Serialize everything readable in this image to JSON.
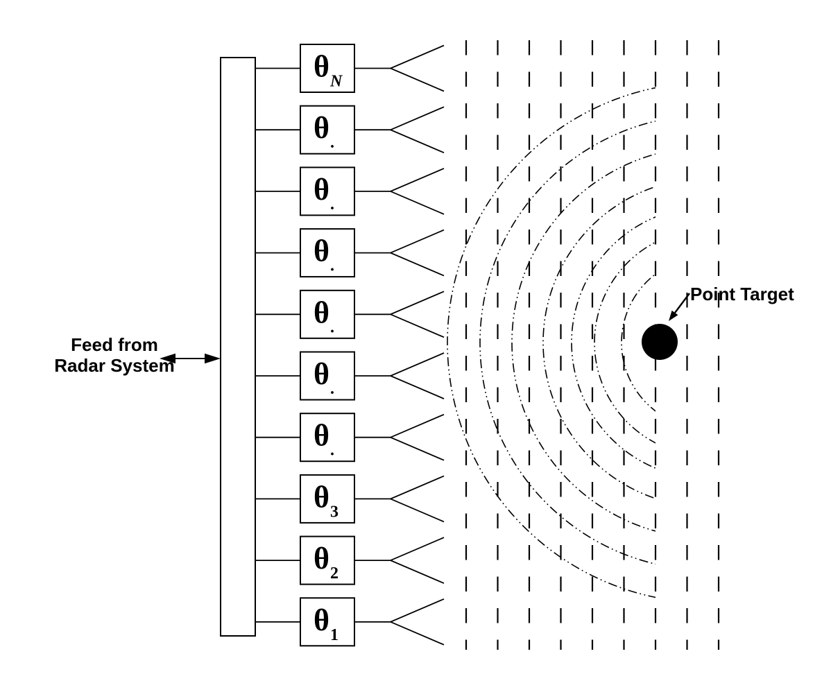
{
  "diagram": {
    "feed_label_line1": "Feed from",
    "feed_label_line2": "Radar System",
    "point_target_label": "Point Target",
    "channels": [
      {
        "symbol": "θ",
        "sub": "N"
      },
      {
        "symbol": "θ",
        "sub": "."
      },
      {
        "symbol": "θ",
        "sub": "."
      },
      {
        "symbol": "θ",
        "sub": "."
      },
      {
        "symbol": "θ",
        "sub": "."
      },
      {
        "symbol": "θ",
        "sub": "."
      },
      {
        "symbol": "θ",
        "sub": "."
      },
      {
        "symbol": "θ",
        "sub": "3"
      },
      {
        "symbol": "θ",
        "sub": "2"
      },
      {
        "symbol": "θ",
        "sub": "1"
      }
    ],
    "plane_wave_line_count": 9,
    "spherical_wavefront_count": 7,
    "colors": {
      "line": "#000000",
      "background": "#ffffff",
      "target_fill": "#000000"
    }
  }
}
